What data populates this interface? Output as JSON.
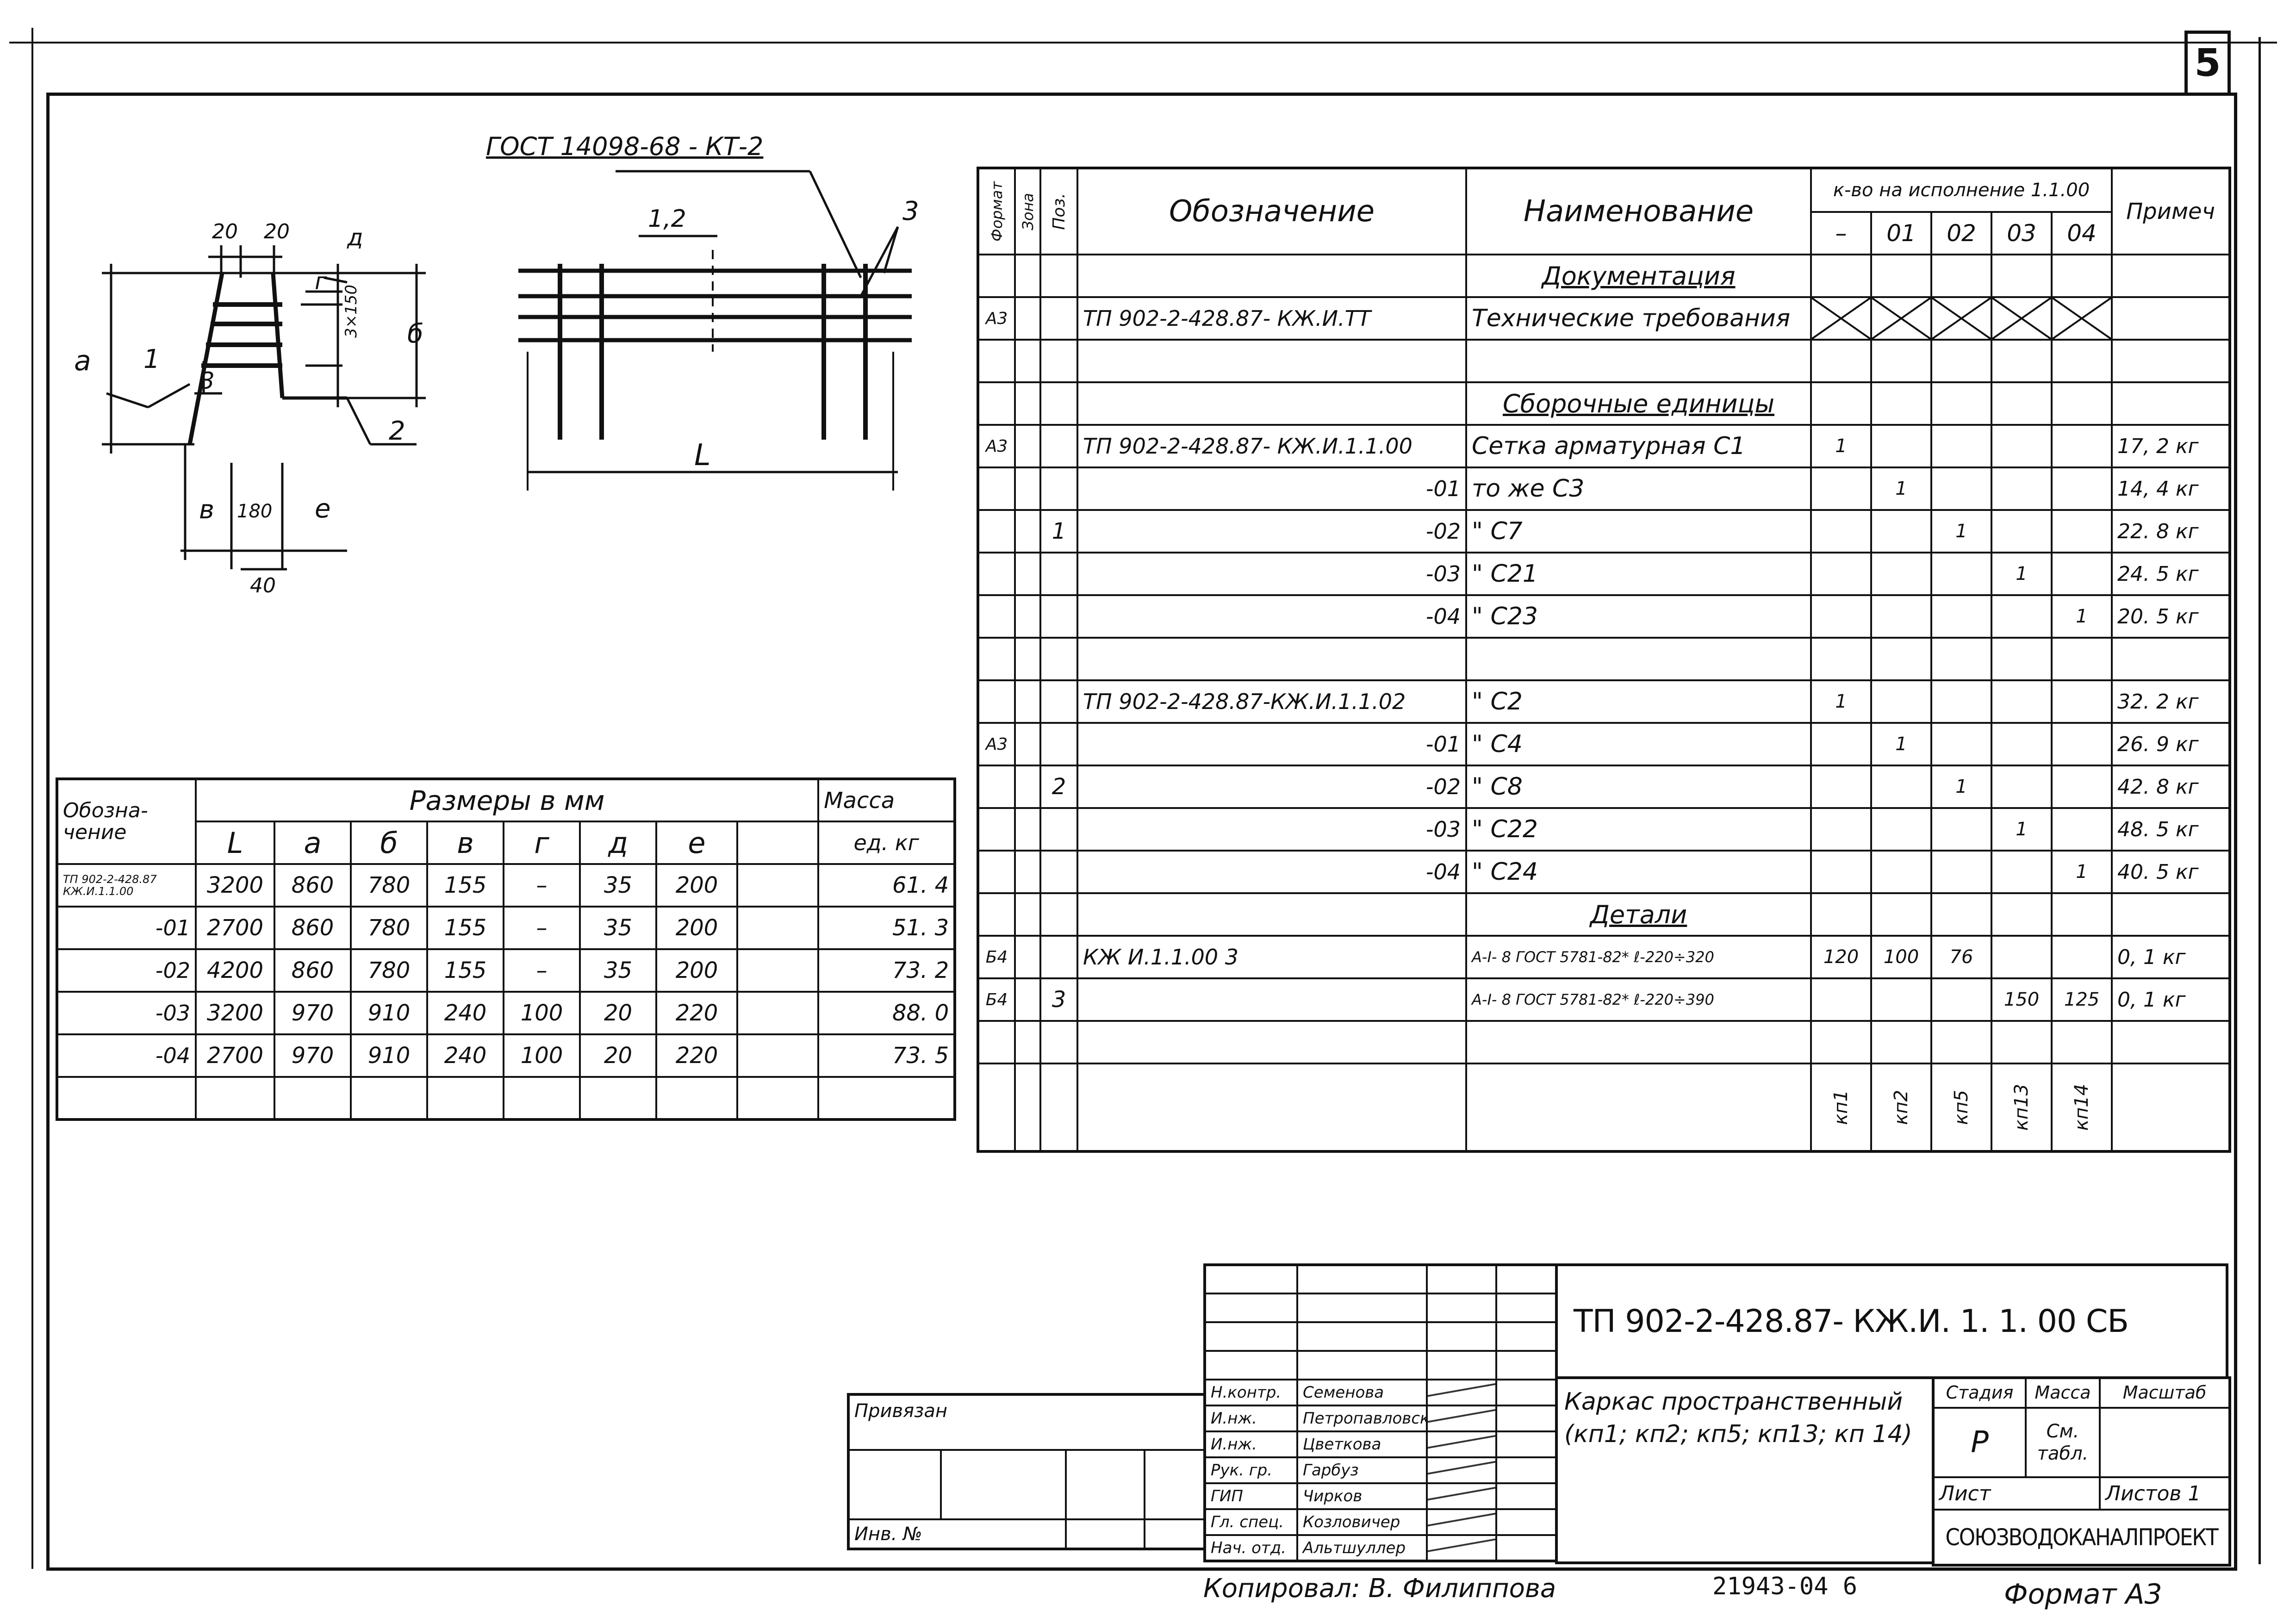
{
  "sheet_number": "5",
  "drawing": {
    "gost_label": "ГОСТ 14098-68 - КТ-2",
    "dim_20a": "20",
    "dim_20b": "20",
    "dim_d": "д",
    "dim_g": "г",
    "dim_a": "а",
    "dim_b": "б",
    "dim_3x150": "3×150",
    "dim_v": "в",
    "dim_180": "180",
    "dim_e": "е",
    "dim_40": "40",
    "pos_1": "1",
    "pos_2": "2",
    "pos_3": "3",
    "plan_1_2": "1,2",
    "plan_3": "3",
    "plan_L": "L"
  },
  "sizes_table": {
    "col_oboz": "Обозна- чение",
    "group_header": "Размеры  в  мм",
    "col_mass": "Масса",
    "headers": [
      "L",
      "а",
      "б",
      "в",
      "г",
      "д",
      "е"
    ],
    "mass_unit": "ед. кг",
    "rows": [
      {
        "oboz": "ТП 902-2-428.87 КЖ.И.1.1.00",
        "vals": [
          "3200",
          "860",
          "780",
          "155",
          "–",
          "35",
          "200"
        ],
        "mass": "61. 4"
      },
      {
        "oboz": "-01",
        "vals": [
          "2700",
          "860",
          "780",
          "155",
          "–",
          "35",
          "200"
        ],
        "mass": "51. 3"
      },
      {
        "oboz": "-02",
        "vals": [
          "4200",
          "860",
          "780",
          "155",
          "–",
          "35",
          "200"
        ],
        "mass": "73. 2"
      },
      {
        "oboz": "-03",
        "vals": [
          "3200",
          "970",
          "910",
          "240",
          "100",
          "20",
          "220"
        ],
        "mass": "88. 0"
      },
      {
        "oboz": "-04",
        "vals": [
          "2700",
          "970",
          "910",
          "240",
          "100",
          "20",
          "220"
        ],
        "mass": "73. 5"
      }
    ]
  },
  "spec_table": {
    "h_format": "Формат",
    "h_zone": "Зона",
    "h_pos": "Поз.",
    "h_oboz": "Обозначение",
    "h_name": "Наименование",
    "h_qty": "к-во на исполнение 1.1.00",
    "qty_cols": [
      "–",
      "01",
      "02",
      "03",
      "04"
    ],
    "h_note": "Примеч",
    "footer_labels": [
      "кп1",
      "кп2",
      "кп5",
      "кп13",
      "кп14"
    ],
    "rows": [
      {
        "fmt": "",
        "pos": "",
        "oboz": "",
        "name": "Документация",
        "q": [
          "",
          "",
          "",
          "",
          ""
        ],
        "note": "",
        "section": true
      },
      {
        "fmt": "А3",
        "pos": "",
        "oboz": "ТП 902-2-428.87- КЖ.И.ТТ",
        "name": "Технические требования",
        "q": [
          "",
          "",
          "",
          "",
          ""
        ],
        "note": "",
        "crossed": true
      },
      {
        "fmt": "",
        "pos": "",
        "oboz": "",
        "name": "",
        "q": [
          "",
          "",
          "",
          "",
          ""
        ],
        "note": ""
      },
      {
        "fmt": "",
        "pos": "",
        "oboz": "",
        "name": "Сборочные единицы",
        "q": [
          "",
          "",
          "",
          "",
          ""
        ],
        "note": "",
        "section": true
      },
      {
        "fmt": "А3",
        "pos": "",
        "oboz": "ТП 902-2-428.87- КЖ.И.1.1.00",
        "name": "Сетка арматурная   С1",
        "q": [
          "1",
          "",
          "",
          "",
          ""
        ],
        "note": "17, 2 кг"
      },
      {
        "fmt": "",
        "pos": "",
        "oboz": "-01",
        "name": "то же        С3",
        "q": [
          "",
          "1",
          "",
          "",
          ""
        ],
        "note": "14, 4 кг"
      },
      {
        "fmt": "",
        "pos": "1",
        "oboz": "-02",
        "name": "\"           С7",
        "q": [
          "",
          "",
          "1",
          "",
          ""
        ],
        "note": "22. 8 кг"
      },
      {
        "fmt": "",
        "pos": "",
        "oboz": "-03",
        "name": "\"           С21",
        "q": [
          "",
          "",
          "",
          "1",
          ""
        ],
        "note": "24. 5 кг"
      },
      {
        "fmt": "",
        "pos": "",
        "oboz": "-04",
        "name": "\"           С23",
        "q": [
          "",
          "",
          "",
          "",
          "1"
        ],
        "note": "20. 5 кг"
      },
      {
        "fmt": "",
        "pos": "",
        "oboz": "",
        "name": "",
        "q": [
          "",
          "",
          "",
          "",
          ""
        ],
        "note": ""
      },
      {
        "fmt": "",
        "pos": "",
        "oboz": "ТП 902-2-428.87-КЖ.И.1.1.02",
        "name": "\"           С2",
        "q": [
          "1",
          "",
          "",
          "",
          ""
        ],
        "note": "32. 2 кг"
      },
      {
        "fmt": "А3",
        "pos": "",
        "oboz": "-01",
        "name": "\"           С4",
        "q": [
          "",
          "1",
          "",
          "",
          ""
        ],
        "note": "26. 9 кг"
      },
      {
        "fmt": "",
        "pos": "2",
        "oboz": "-02",
        "name": "\"           С8",
        "q": [
          "",
          "",
          "1",
          "",
          ""
        ],
        "note": "42. 8 кг"
      },
      {
        "fmt": "",
        "pos": "",
        "oboz": "-03",
        "name": "\"           С22",
        "q": [
          "",
          "",
          "",
          "1",
          ""
        ],
        "note": "48. 5 кг"
      },
      {
        "fmt": "",
        "pos": "",
        "oboz": "-04",
        "name": "\"           С24",
        "q": [
          "",
          "",
          "",
          "",
          "1"
        ],
        "note": "40. 5 кг"
      },
      {
        "fmt": "",
        "pos": "",
        "oboz": "",
        "name": "Детали",
        "q": [
          "",
          "",
          "",
          "",
          ""
        ],
        "note": "",
        "section": true
      },
      {
        "fmt": "Б4",
        "pos": "",
        "oboz": "КЖ И.1.1.00 3",
        "name": "А-I- 8 ГОСТ 5781-82* ℓ-220÷320",
        "q": [
          "120",
          "100",
          "76",
          "",
          ""
        ],
        "note": "0, 1 кг"
      },
      {
        "fmt": "Б4",
        "pos": "3",
        "oboz": "",
        "name": "А-I- 8 ГОСТ 5781-82* ℓ-220÷390",
        "q": [
          "",
          "",
          "",
          "150",
          "125"
        ],
        "note": "0, 1 кг"
      },
      {
        "fmt": "",
        "pos": "",
        "oboz": "",
        "name": "",
        "q": [
          "",
          "",
          "",
          "",
          ""
        ],
        "note": ""
      }
    ]
  },
  "title_block": {
    "code": "ТП 902-2-428.87- КЖ.И. 1. 1. 00 СБ",
    "title": "Каркас пространственный (кп1; кп2; кп5; кп13; кп 14)",
    "stage_label": "Стадия",
    "mass_label": "Масса",
    "scale_label": "Масштаб",
    "stage": "Р",
    "mass_value": "См. табл.",
    "sheet_label": "Лист",
    "sheets_label": "Листов 1",
    "org": "СОЮЗВОДОКАНАЛПРОЕКТ",
    "signers": [
      {
        "role": "Н.контр.",
        "name": "Семенова"
      },
      {
        "role": "И.нж.",
        "name": "Петропавловская"
      },
      {
        "role": "И.нж.",
        "name": "Цветкова"
      },
      {
        "role": "Рук. гр.",
        "name": "Гарбуз"
      },
      {
        "role": "ГИП",
        "name": "Чирков"
      },
      {
        "role": "Гл. спец.",
        "name": "Козловичер"
      },
      {
        "role": "Нач. отд.",
        "name": "Альтшуллер"
      }
    ],
    "privyazan": "Привязан",
    "inv": "Инв. №"
  },
  "footer": {
    "copied": "Копировал:   В. Филиппова",
    "archive": "21943-04    6",
    "format": "Формат  А3"
  }
}
